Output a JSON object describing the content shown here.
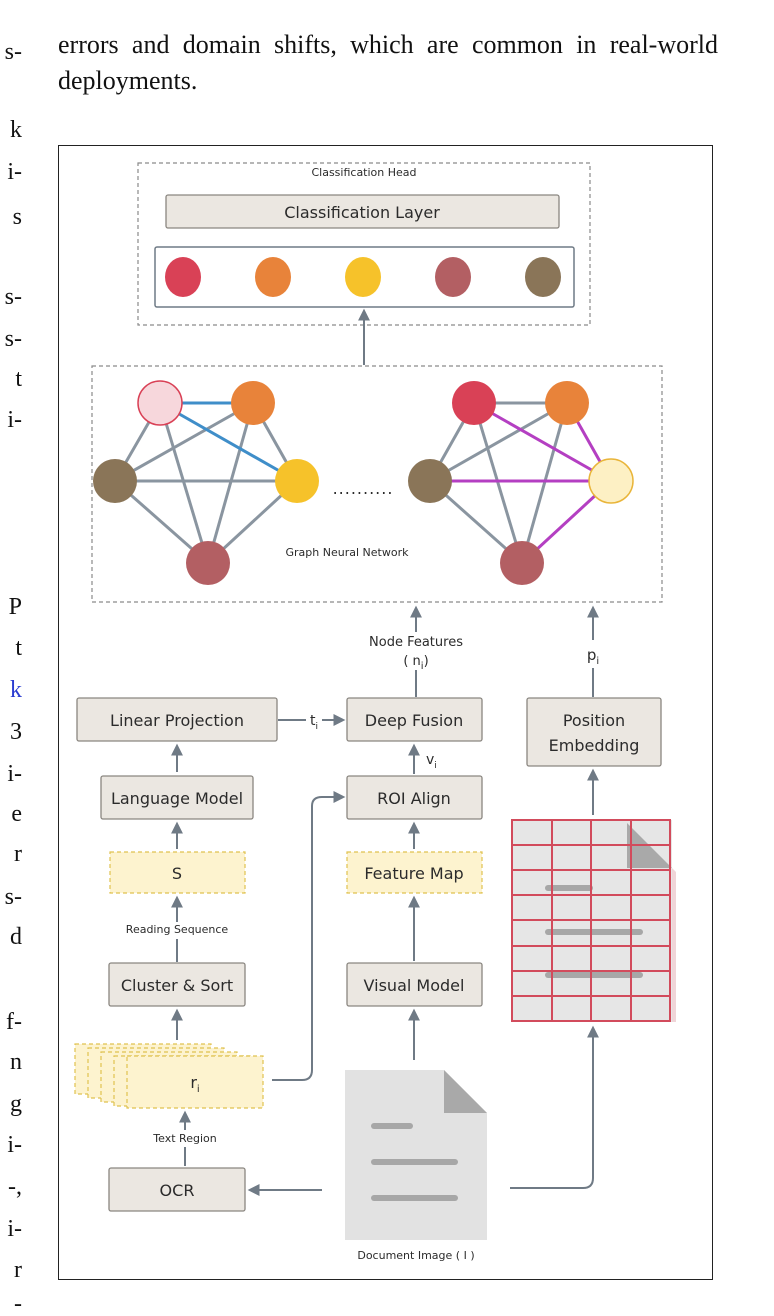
{
  "body_text": {
    "intro": "errors and domain shifts, which are common in real-world deployments.",
    "left_column_fragments": [
      "s-",
      "k",
      "i-",
      "s",
      "s-",
      "s-",
      "t",
      "i-",
      "P",
      "t",
      "k",
      "3",
      "i-",
      "e",
      "r",
      "s-",
      "d",
      "f-",
      "n",
      "g",
      "i-",
      "-,",
      "i-",
      "r",
      "-"
    ]
  },
  "diagram": {
    "classification_head": {
      "title": "Classification Head",
      "layer_label": "Classification Layer",
      "class_colors": [
        "#d94156",
        "#e8833a",
        "#f6c22a",
        "#b35f63",
        "#8a7558"
      ]
    },
    "gnn": {
      "label": "Graph Neural Network",
      "ellipsis": "..........",
      "node_colors": {
        "left": [
          "#f7d7dc",
          "#e8833a",
          "#8a7558",
          "#f6c22a",
          "#b35f63"
        ],
        "right": [
          "#d94156",
          "#e8833a",
          "#8a7558",
          "#fdf0c4",
          "#b35f63"
        ]
      },
      "edge_colors": {
        "default": "#8a95a0",
        "blue": "#3f8ec9",
        "purple": "#b43fc2"
      }
    },
    "node_features": {
      "label": "Node Features",
      "symbol": "( n",
      "subscript": "i",
      "close": ")"
    },
    "linear_projection": "Linear Projection",
    "t_label": {
      "symbol": "t",
      "subscript": "i"
    },
    "deep_fusion": "Deep Fusion",
    "v_label": {
      "symbol": "v",
      "subscript": "i"
    },
    "position_embedding": [
      "Position",
      "Embedding"
    ],
    "p_label": {
      "symbol": "p",
      "subscript": "i"
    },
    "language_model": "Language Model",
    "roi_align": "ROI Align",
    "s_label": "S",
    "feature_map": "Feature Map",
    "reading_sequence": "Reading Sequence",
    "cluster_sort": "Cluster & Sort",
    "visual_model": "Visual Model",
    "r_label": {
      "symbol": "r",
      "subscript": "i"
    },
    "text_region": "Text Region",
    "ocr": "OCR",
    "document_image": "Document Image ( I )"
  }
}
